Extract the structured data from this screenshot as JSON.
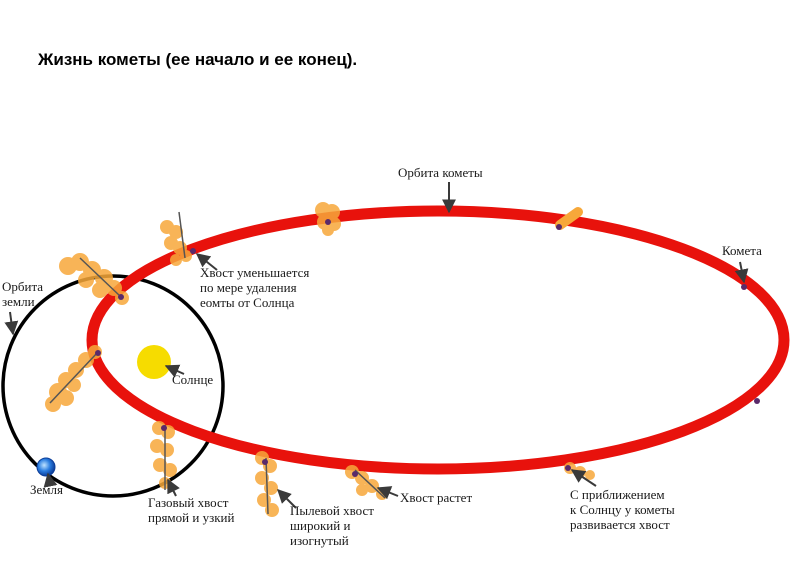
{
  "title": "Жизнь кометы (ее начало и ее конец).",
  "colors": {
    "comet_orbit": "#e8120c",
    "earth_orbit": "#000000",
    "sun": "#f6dc00",
    "comet_glow": "#f7a83a",
    "comet_nucleus": "#5a2a6a",
    "earth": "#2a7de0"
  },
  "labels": {
    "comet_orbit": "Орбита кометы",
    "comet": "Комета",
    "earth_orbit_1": "Орбита",
    "earth_orbit_2": "земли",
    "sun": "Солнце",
    "earth": "Земля",
    "tail_shrinks_1": "Хвост уменьшается",
    "tail_shrinks_2": "по мере удаления",
    "tail_shrinks_3": "еомты от Солнца",
    "gas_tail_1": "Газовый хвост",
    "gas_tail_2": "прямой и узкий",
    "dust_tail_1": "Пылевой хвост",
    "dust_tail_2": "широкий и",
    "dust_tail_3": "изогнутый",
    "tail_grows": "Хвост растет",
    "approach_1": "С приближением",
    "approach_2": "к Солнцу у кометы",
    "approach_3": "развивается хвост"
  }
}
